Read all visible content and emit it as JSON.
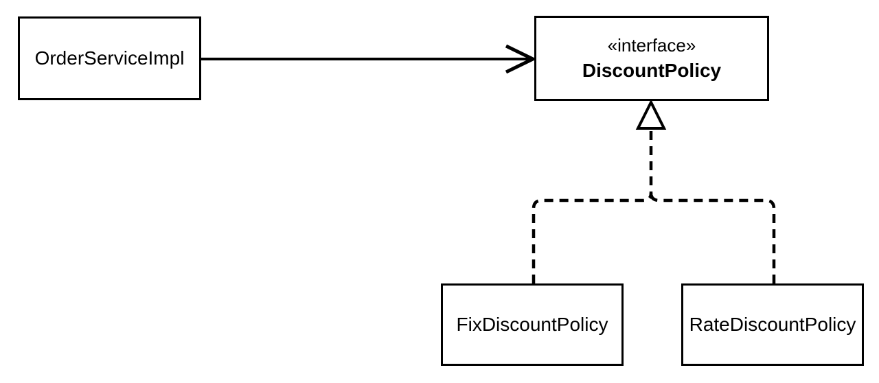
{
  "diagram": {
    "kind": "uml-class-diagram",
    "colors": {
      "stroke": "#000000",
      "fill": "#ffffff",
      "background": "#ffffff",
      "text": "#000000"
    },
    "nodes": [
      {
        "id": "order-service-impl",
        "label": "OrderServiceImpl",
        "stereotype": "",
        "bold": false
      },
      {
        "id": "discount-policy",
        "label": "DiscountPolicy",
        "stereotype": "«interface»",
        "bold": true
      },
      {
        "id": "fix-discount-policy",
        "label": "FixDiscountPolicy",
        "stereotype": "",
        "bold": false
      },
      {
        "id": "rate-discount-policy",
        "label": "RateDiscountPolicy",
        "stereotype": "",
        "bold": false
      }
    ],
    "edges": [
      {
        "from": "OrderServiceImpl",
        "to": "DiscountPolicy",
        "type": "dependency",
        "line": "solid",
        "arrowhead": "open-chevron"
      },
      {
        "from": "FixDiscountPolicy",
        "to": "DiscountPolicy",
        "type": "realization",
        "line": "dashed",
        "arrowhead": "hollow-triangle"
      },
      {
        "from": "RateDiscountPolicy",
        "to": "DiscountPolicy",
        "type": "realization",
        "line": "dashed",
        "arrowhead": "hollow-triangle"
      }
    ]
  }
}
